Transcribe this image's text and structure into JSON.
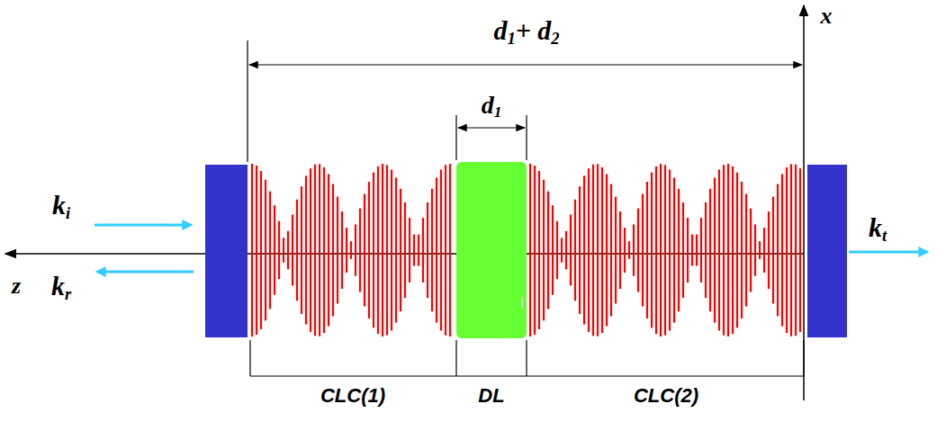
{
  "diagram": {
    "labels": [
      "d1+ d2",
      "x",
      "d1",
      "ki",
      "kr",
      "kt",
      "z",
      "CLC(1)",
      "DL",
      "CLC(2)"
    ]
  }
}
